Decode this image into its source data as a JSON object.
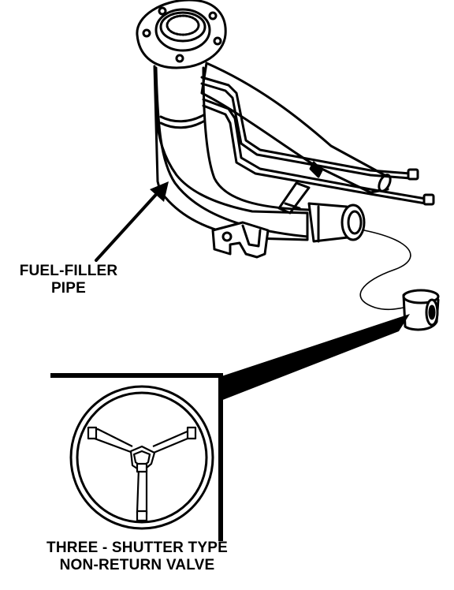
{
  "labels": {
    "fuel_filler_line1": "FUEL-FILLER",
    "fuel_filler_line2": "PIPE",
    "valve_line1": "THREE - SHUTTER TYPE",
    "valve_line2": "NON-RETURN VALVE"
  }
}
